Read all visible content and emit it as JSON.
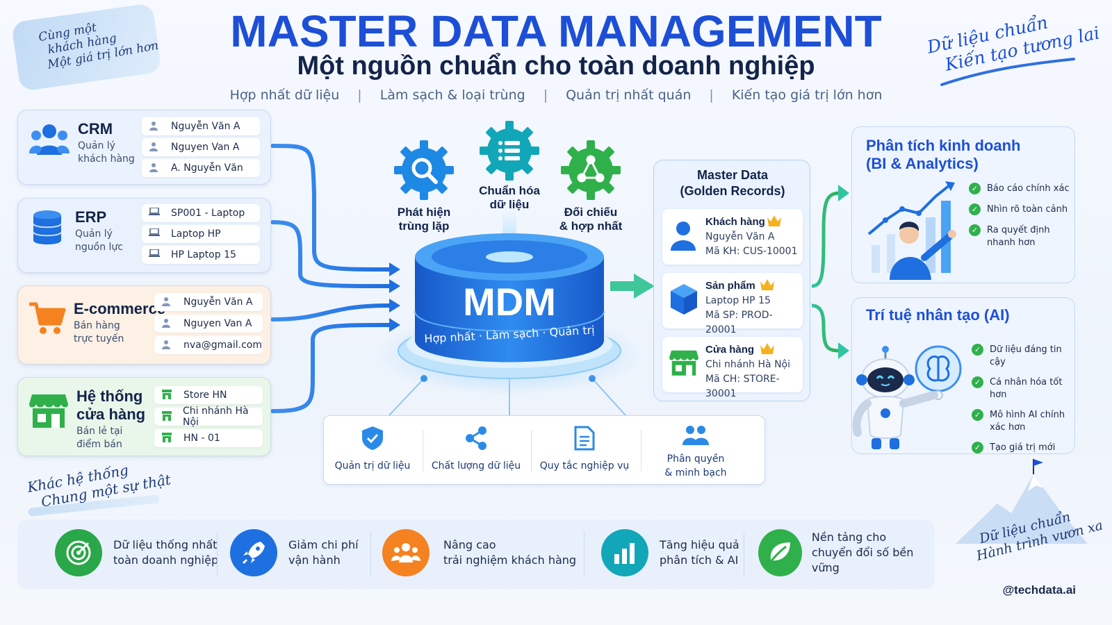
{
  "header": {
    "title": "MASTER DATA MANAGEMENT",
    "subtitle": "Một nguồn chuẩn cho toàn doanh nghiệp",
    "taglines": [
      "Hợp nhất dữ liệu",
      "Làm sạch & loại trùng",
      "Quản trị nhất quán",
      "Kiến tạo giá trị lớn hơn"
    ]
  },
  "notes": {
    "top_left": [
      "Cùng một",
      "khách hàng",
      "Một giá trị lớn hơn"
    ],
    "top_right": [
      "Dữ liệu chuẩn",
      "Kiến tạo tương lai"
    ],
    "bottom_left": [
      "Khác hệ thống",
      "Chung một sự thật"
    ],
    "bottom_right": [
      "Dữ liệu chuẩn",
      "Hành trình vươn xa"
    ]
  },
  "sources": [
    {
      "title": "CRM",
      "desc": [
        "Quản lý",
        "khách hàng"
      ],
      "records": [
        "Nguyễn Văn A",
        "Nguyen Van A",
        "A. Nguyễn Văn"
      ]
    },
    {
      "title": "ERP",
      "desc": [
        "Quản lý",
        "nguồn lực"
      ],
      "records": [
        "SP001 - Laptop",
        "Laptop HP",
        "HP Laptop 15"
      ]
    },
    {
      "title": "E-commerce",
      "desc": [
        "Bán hàng",
        "trực tuyến"
      ],
      "records": [
        "Nguyễn Văn A",
        "Nguyen Van A",
        "nva@gmail.com"
      ]
    },
    {
      "title_lines": [
        "Hệ thống",
        "cửa hàng"
      ],
      "desc": [
        "Bán lẻ tại",
        "điểm bán"
      ],
      "records": [
        "Store HN",
        "Chi nhánh Hà Nội",
        "HN - 01"
      ]
    }
  ],
  "process": [
    {
      "label": [
        "Phát hiện",
        "trùng lặp"
      ],
      "color": "#1e88e5"
    },
    {
      "label": [
        "Chuẩn hóa",
        "dữ liệu"
      ],
      "color": "#12a7b8"
    },
    {
      "label": [
        "Đối chiếu",
        "& hợp nhất"
      ],
      "color": "#2fb04b"
    }
  ],
  "hub": {
    "name": "MDM",
    "caption": "Hợp nhất · Làm sạch · Quản trị"
  },
  "golden": {
    "title": [
      "Master Data",
      "(Golden Records)"
    ],
    "items": [
      {
        "title": "Khách hàng",
        "lines": [
          "Nguyễn Văn A",
          "Mã KH: CUS-10001"
        ]
      },
      {
        "title": "Sản phẩm",
        "lines": [
          "Laptop HP 15",
          "Mã SP: PROD-20001"
        ]
      },
      {
        "title": "Cửa hàng",
        "lines": [
          "Chi nhánh Hà Nội",
          "Mã CH: STORE-30001"
        ]
      }
    ]
  },
  "outputs": {
    "bi": {
      "title": [
        "Phân tích kinh doanh",
        "(BI & Analytics)"
      ],
      "checks": [
        "Báo cáo chính xác",
        "Nhìn rõ toàn cảnh",
        "Ra quyết định nhanh hơn"
      ]
    },
    "ai": {
      "title": "Trí tuệ nhân tạo (AI)",
      "checks": [
        "Dữ liệu đáng tin cậy",
        "Cá nhân hóa tốt hơn",
        "Mô hình AI chính xác hơn",
        "Tạo giá trị mới"
      ]
    }
  },
  "governance": [
    {
      "label": [
        "Quản trị dữ liệu"
      ],
      "icon": "shield-icon"
    },
    {
      "label": [
        "Chất lượng dữ liệu"
      ],
      "icon": "share-icon"
    },
    {
      "label": [
        "Quy tắc nghiệp vụ"
      ],
      "icon": "document-icon"
    },
    {
      "label": [
        "Phân quyền",
        "& minh bạch"
      ],
      "icon": "users-icon"
    }
  ],
  "benefits": [
    {
      "label": [
        "Dữ liệu thống nhất",
        "toàn doanh nghiệp"
      ],
      "color": "#2aa748",
      "icon": "target-icon"
    },
    {
      "label": [
        "Giảm chi phí",
        "vận hành"
      ],
      "color": "#1e6fe0",
      "icon": "rocket-icon"
    },
    {
      "label": [
        "Nâng cao",
        "trải nghiệm khách hàng"
      ],
      "color": "#f58220",
      "icon": "customers-icon"
    },
    {
      "label": [
        "Tăng hiệu quả",
        "phân tích & AI"
      ],
      "color": "#12a7b8",
      "icon": "bar-chart-icon"
    },
    {
      "label": [
        "Nền tảng cho",
        "chuyển đổi số bền vững"
      ],
      "color": "#2fb04b",
      "icon": "leaf-icon"
    }
  ],
  "footer": {
    "handle": "@techdata.ai"
  }
}
